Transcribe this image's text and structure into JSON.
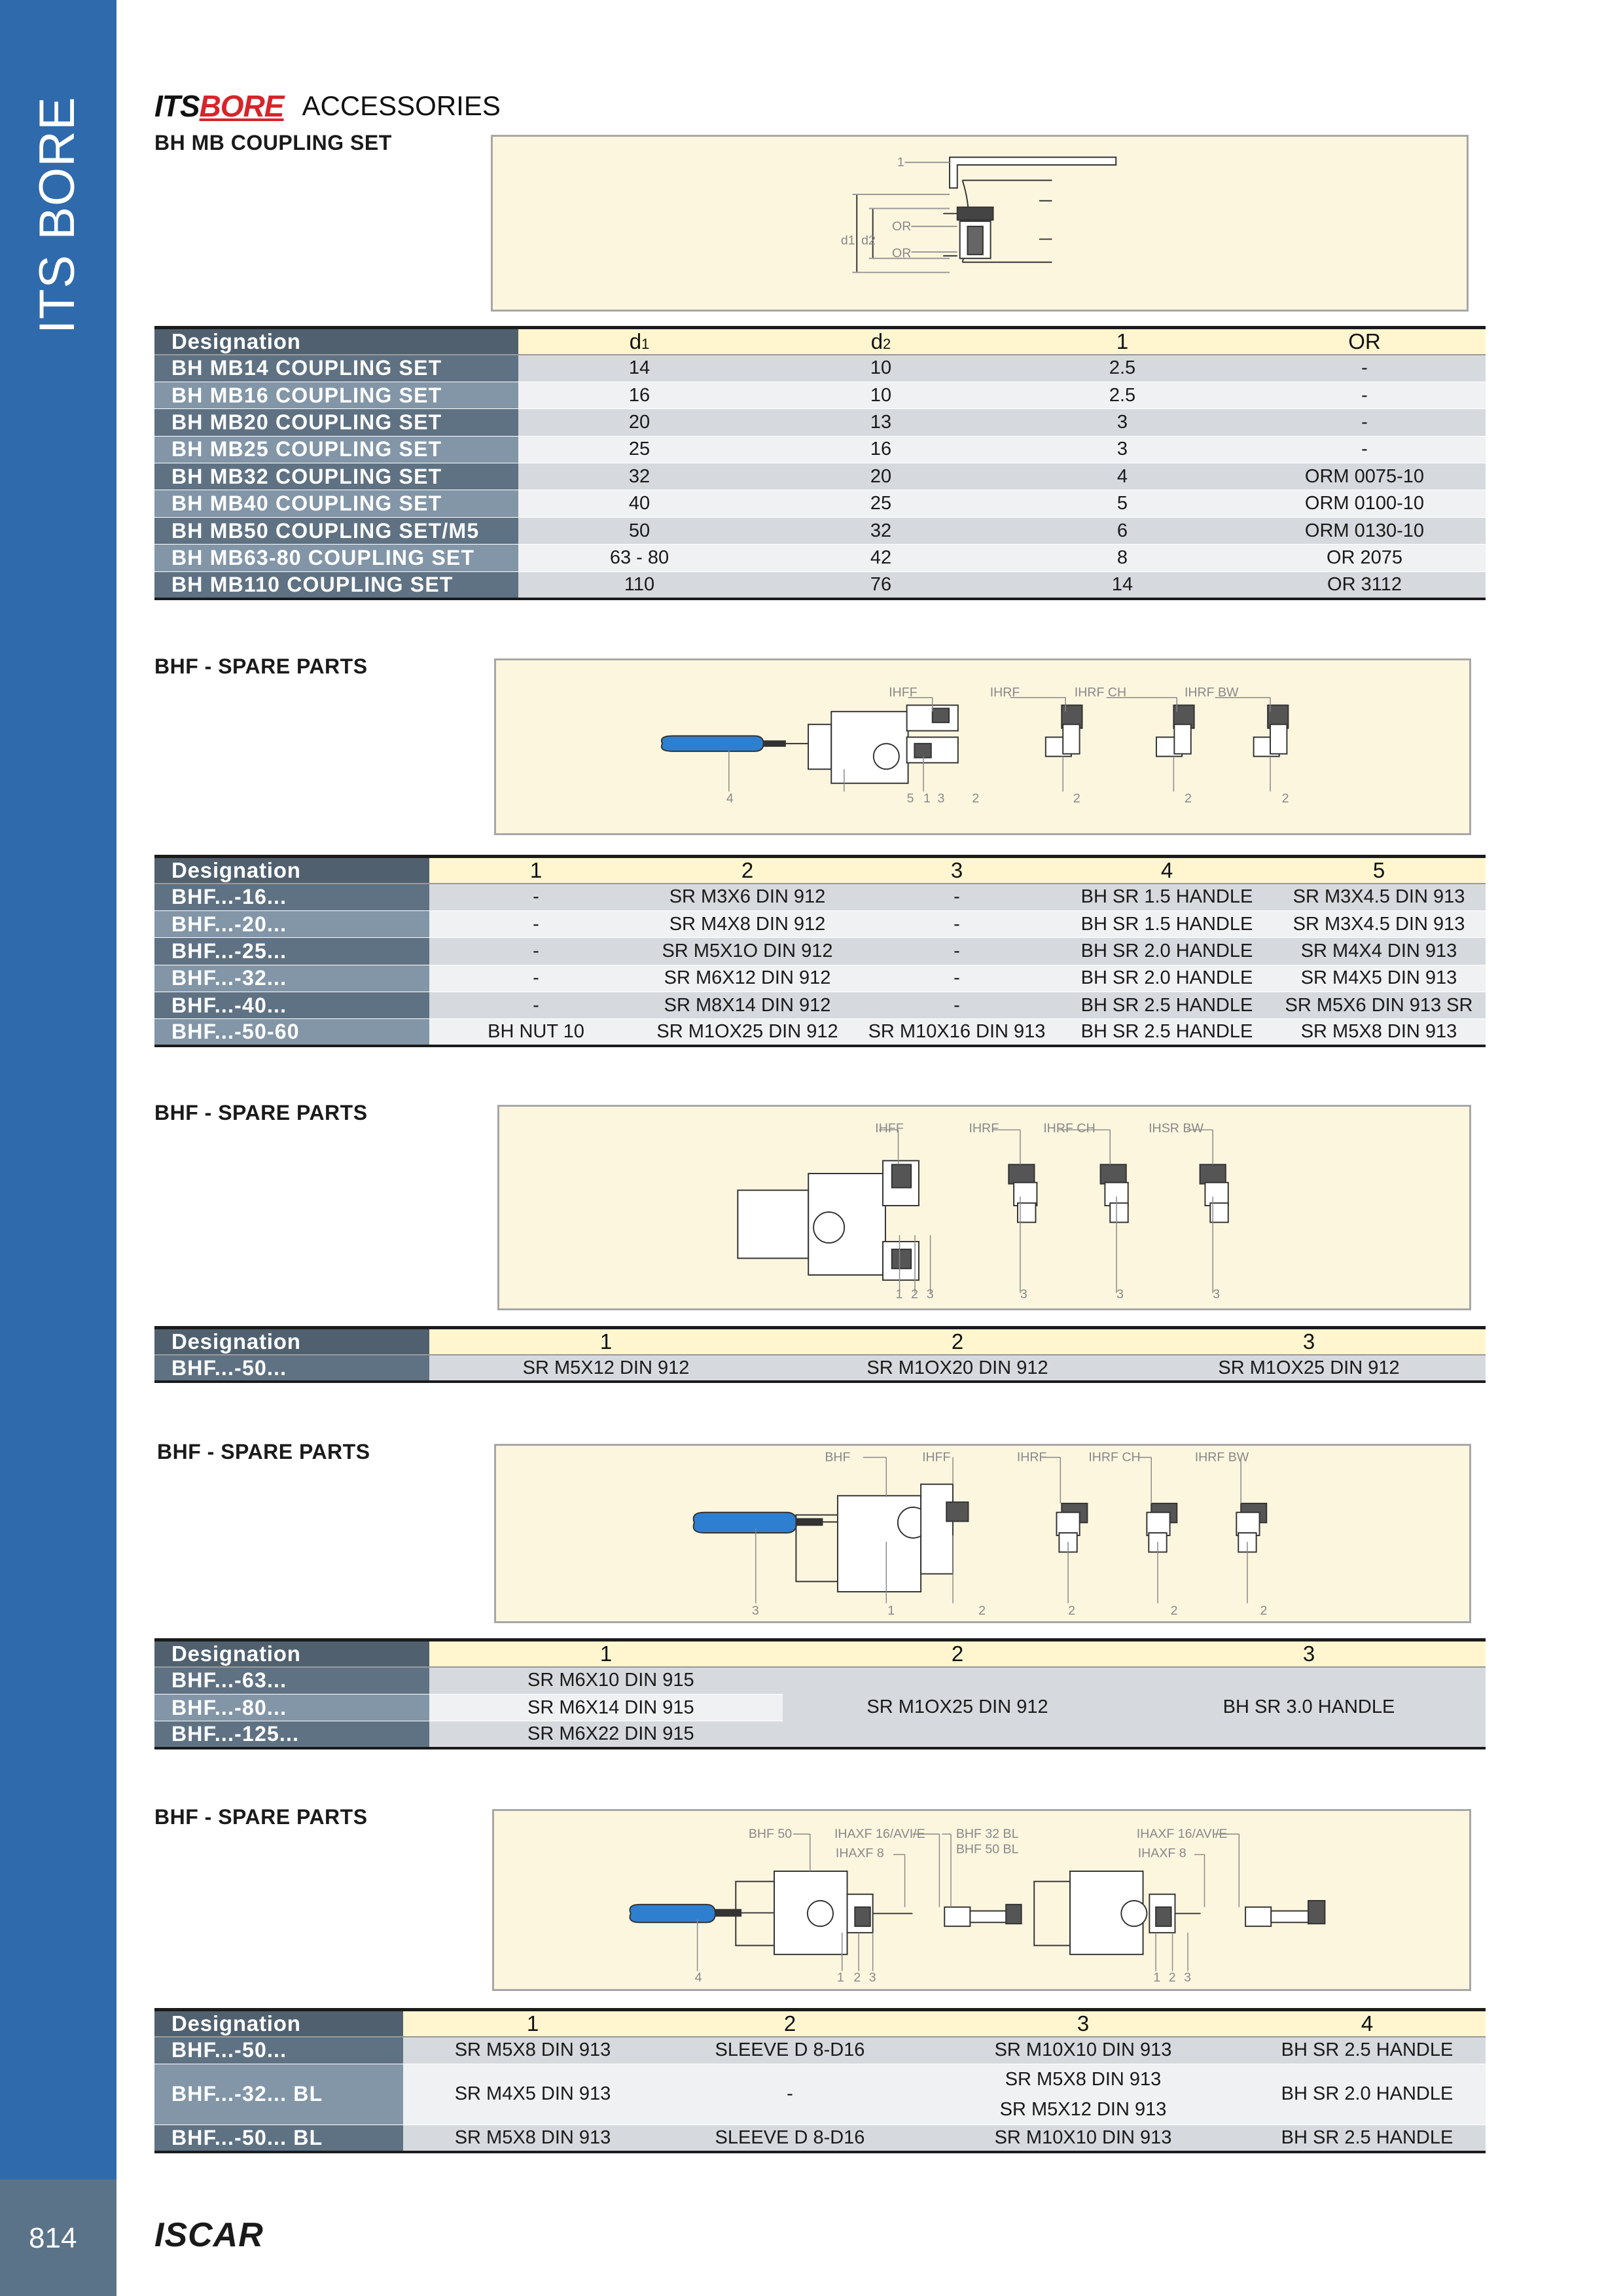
{
  "sidebar": {
    "title": "ITS BORE",
    "page_number": "814",
    "brand": "ISCAR"
  },
  "header": {
    "logo_its": "ITS",
    "logo_bore": "BORE",
    "title": "ACCESSORIES"
  },
  "colors": {
    "sidebar": "#2f6aac",
    "logo_red": "#d8232a",
    "header_row": "#fff6cf",
    "drawing_bg": "#fdf6df"
  },
  "sections": {
    "coupling": {
      "title": "BH MB COUPLING SET",
      "drawing_labels": {
        "l1": "1",
        "d1": "d1",
        "d2": "d2",
        "or1": "OR",
        "or2": "OR"
      },
      "headers": [
        "Designation",
        "d",
        "d",
        "1",
        "OR"
      ],
      "header_subs": [
        "",
        "1",
        "2",
        "",
        ""
      ],
      "rows": [
        [
          "BH MB14 COUPLING SET",
          "14",
          "10",
          "2.5",
          "-"
        ],
        [
          "BH MB16 COUPLING SET",
          "16",
          "10",
          "2.5",
          "-"
        ],
        [
          "BH MB20 COUPLING SET",
          "20",
          "13",
          "3",
          "-"
        ],
        [
          "BH MB25 COUPLING SET",
          "25",
          "16",
          "3",
          "-"
        ],
        [
          "BH MB32 COUPLING SET",
          "32",
          "20",
          "4",
          "ORM 0075-10"
        ],
        [
          "BH MB40 COUPLING SET",
          "40",
          "25",
          "5",
          "ORM 0100-10"
        ],
        [
          "BH MB50 COUPLING SET/M5",
          "50",
          "32",
          "6",
          "ORM 0130-10"
        ],
        [
          "BH MB63-80 COUPLING SET",
          "63 - 80",
          "42",
          "8",
          "OR 2075"
        ],
        [
          "BH MB110 COUPLING SET",
          "110",
          "76",
          "14",
          "OR 3112"
        ]
      ]
    },
    "spare1": {
      "title": "BHF - SPARE PARTS",
      "drawing_labels": {
        "ihff": "IHFF",
        "ihrf": "IHRF",
        "ihrfch": "IHRF CH",
        "ihrfbw": "IHRF BW",
        "n4": "4",
        "n5": "5",
        "n1": "1",
        "n3": "3",
        "n2a": "2",
        "n2b": "2",
        "n2c": "2",
        "n2d": "2"
      },
      "headers": [
        "Designation",
        "1",
        "2",
        "3",
        "4",
        "5"
      ],
      "rows": [
        [
          "BHF...-16...",
          "-",
          "SR M3X6 DIN 912",
          "-",
          "BH SR 1.5 HANDLE",
          "SR M3X4.5 DIN 913"
        ],
        [
          "BHF...-20...",
          "-",
          "SR M4X8 DIN 912",
          "-",
          "BH SR 1.5 HANDLE",
          "SR M3X4.5 DIN 913"
        ],
        [
          "BHF...-25...",
          "-",
          "SR M5X1O DIN 912",
          "-",
          "BH SR 2.0 HANDLE",
          "SR M4X4 DIN 913"
        ],
        [
          "BHF...-32...",
          "-",
          "SR M6X12 DIN 912",
          "-",
          "BH SR 2.0 HANDLE",
          "SR M4X5 DIN 913"
        ],
        [
          "BHF...-40...",
          "-",
          "SR M8X14 DIN 912",
          "-",
          "BH SR 2.5 HANDLE",
          "SR M5X6 DIN 913 SR"
        ],
        [
          "BHF...-50-60",
          "BH NUT 10",
          "SR M1OX25 DIN 912",
          "SR M10X16 DIN 913",
          "BH SR 2.5 HANDLE",
          "SR M5X8 DIN 913"
        ]
      ]
    },
    "spare2": {
      "title": "BHF - SPARE PARTS",
      "drawing_labels": {
        "ihff": "IHFF",
        "ihrf": "IHRF",
        "ihrfch": "IHRF CH",
        "ihsrbw": "IHSR BW",
        "n1": "1",
        "n2": "2",
        "n3a": "3",
        "n3b": "3",
        "n3c": "3",
        "n3d": "3"
      },
      "headers": [
        "Designation",
        "1",
        "2",
        "3"
      ],
      "rows": [
        [
          "BHF...-50...",
          "SR M5X12 DIN 912",
          "SR M1OX20 DIN 912",
          "SR M1OX25 DIN 912"
        ]
      ]
    },
    "spare3": {
      "title": "BHF - SPARE PARTS",
      "drawing_labels": {
        "bhf": "BHF",
        "ihff": "IHFF",
        "ihrf": "IHRF",
        "ihrfch": "IHRF CH",
        "ihrfbw": "IHRF BW",
        "n3": "3",
        "n1": "1",
        "n2a": "2",
        "n2b": "2",
        "n2c": "2",
        "n2d": "2"
      },
      "headers": [
        "Designation",
        "1",
        "2",
        "3"
      ],
      "rows": [
        [
          "BHF...-63...",
          "SR M6X10 DIN 915"
        ],
        [
          "BHF...-80...",
          "SR M6X14 DIN 915"
        ],
        [
          "BHF...-125...",
          "SR M6X22 DIN 915"
        ]
      ],
      "merged_col2": "SR M1OX25 DIN 912",
      "merged_col3": "BH SR 3.0 HANDLE"
    },
    "spare4": {
      "title": "BHF - SPARE PARTS",
      "drawing_labels": {
        "bhf50": "BHF 50",
        "ihaxf16": "IHAXF 16/AVI/E",
        "ihaxf8": "IHAXF 8",
        "bhf32bl": "BHF 32 BL",
        "bhf50bl": "BHF 50 BL",
        "ihaxf16b": "IHAXF 16/AVI/E",
        "ihaxf8b": "IHAXF 8",
        "n4": "4",
        "n1": "1",
        "n2": "2",
        "n3": "3",
        "m1": "1",
        "m2": "2",
        "m3": "3"
      },
      "headers": [
        "Designation",
        "1",
        "2",
        "3",
        "4"
      ],
      "rows": [
        [
          "BHF...-50...",
          "SR M5X8 DIN 913",
          "SLEEVE D 8-D16",
          "SR M10X10 DIN 913",
          "BH SR 2.5 HANDLE"
        ],
        [
          "BHF...-32... BL",
          "SR M4X5 DIN 913",
          "-",
          "SR M5X8 DIN 913",
          "BH SR 2.0 HANDLE"
        ],
        [
          "BHF...-50... BL",
          "SR M5X8 DIN 913",
          "SLEEVE D 8-D16",
          "SR M10X10 DIN 913",
          "BH SR 2.5 HANDLE"
        ]
      ],
      "row2_col3_second": "SR M5X12 DIN 913"
    }
  }
}
